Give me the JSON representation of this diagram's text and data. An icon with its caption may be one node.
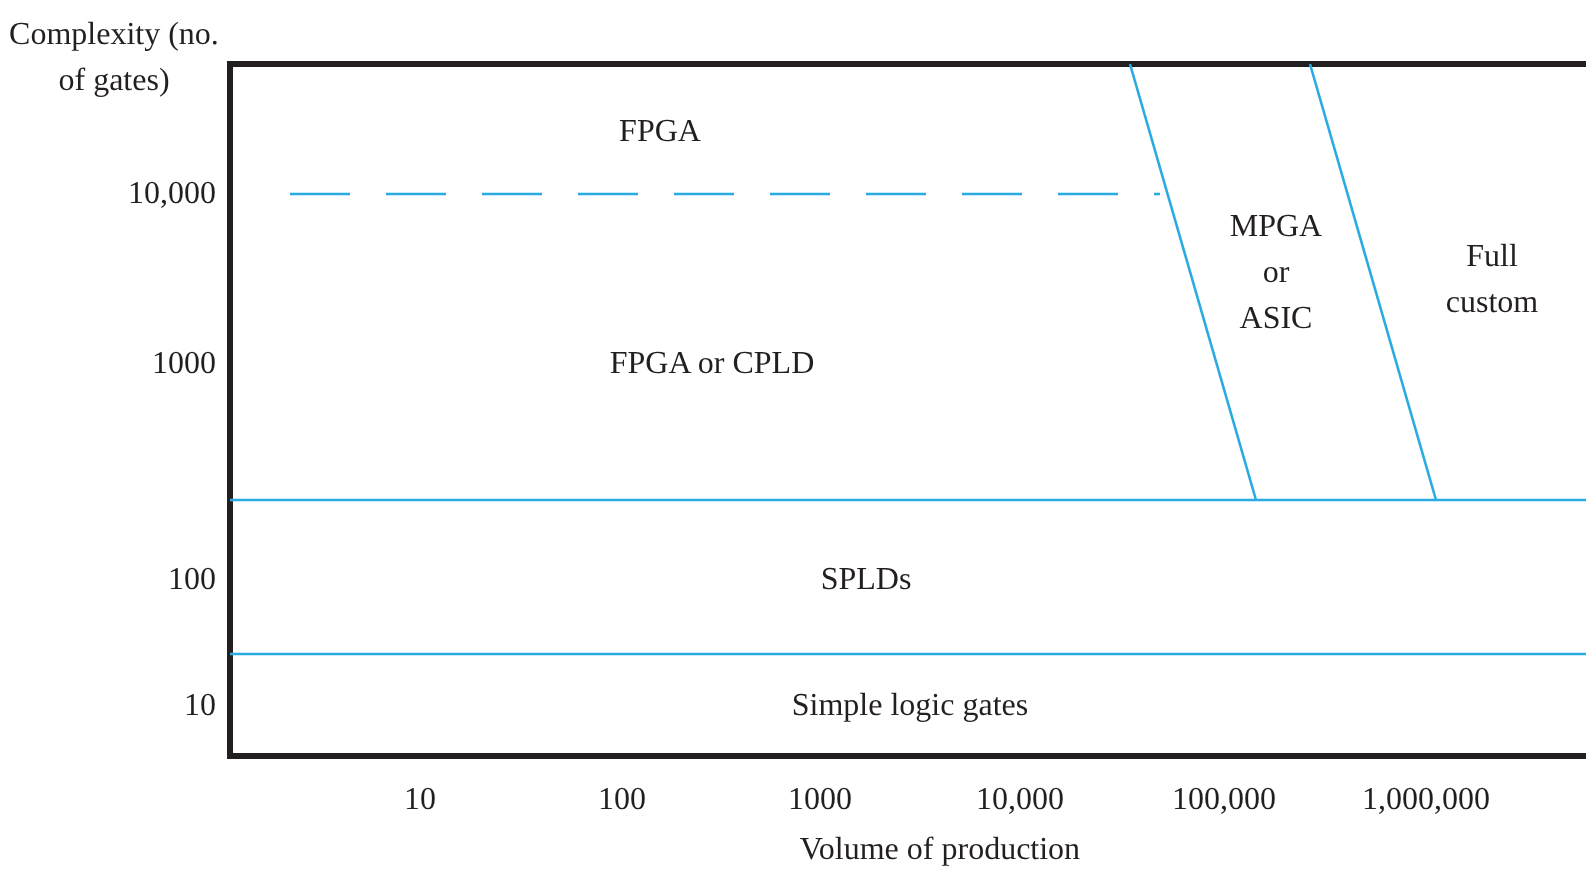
{
  "diagram": {
    "labels": [
      "Complexity (no. of gates)",
      "FPGA",
      "10,000",
      "MPGA or ASIC",
      "Full custom",
      "1000",
      "FPGA or CPLD",
      "100",
      "SPLDs",
      "10",
      "Simple logic gates",
      "10",
      "100",
      "1000",
      "10,000",
      "100,000",
      "1,000,000",
      "Volume of production"
    ]
  }
}
